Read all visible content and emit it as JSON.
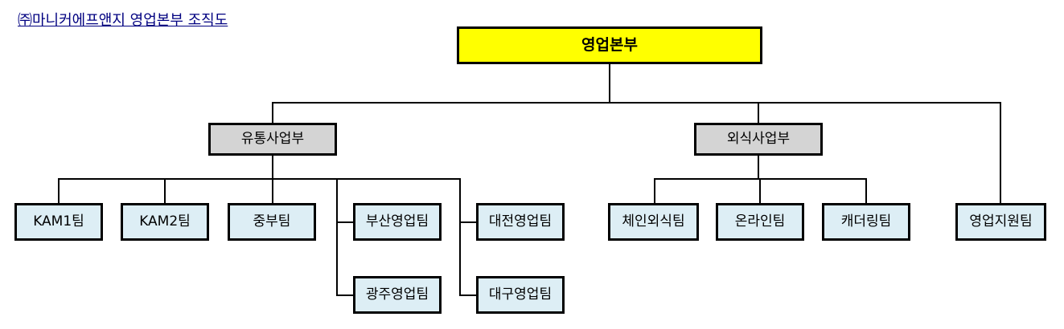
{
  "chart_title": "㈜마니커에프앤지 영업본부 조직도",
  "colors": {
    "root_fill": "#FFFF00",
    "division_fill": "#D4D4D4",
    "team_fill": "#DDEEF5",
    "border": "#000000",
    "title_text": "#000080"
  },
  "nodes": {
    "root": {
      "label": "영업본부"
    },
    "division_distribution": {
      "label": "유통사업부"
    },
    "division_foodservice": {
      "label": "외식사업부"
    },
    "team_kam1": {
      "label": "KAM1팀"
    },
    "team_kam2": {
      "label": "KAM2팀"
    },
    "team_jungbu": {
      "label": "중부팀"
    },
    "team_busan": {
      "label": "부산영업팀"
    },
    "team_gwangju": {
      "label": "광주영업팀"
    },
    "team_daejeon": {
      "label": "대전영업팀"
    },
    "team_daegu": {
      "label": "대구영업팀"
    },
    "team_chain": {
      "label": "체인외식팀"
    },
    "team_online": {
      "label": "온라인팀"
    },
    "team_catering": {
      "label": "캐더링팀"
    },
    "team_support": {
      "label": "영업지원팀"
    }
  }
}
